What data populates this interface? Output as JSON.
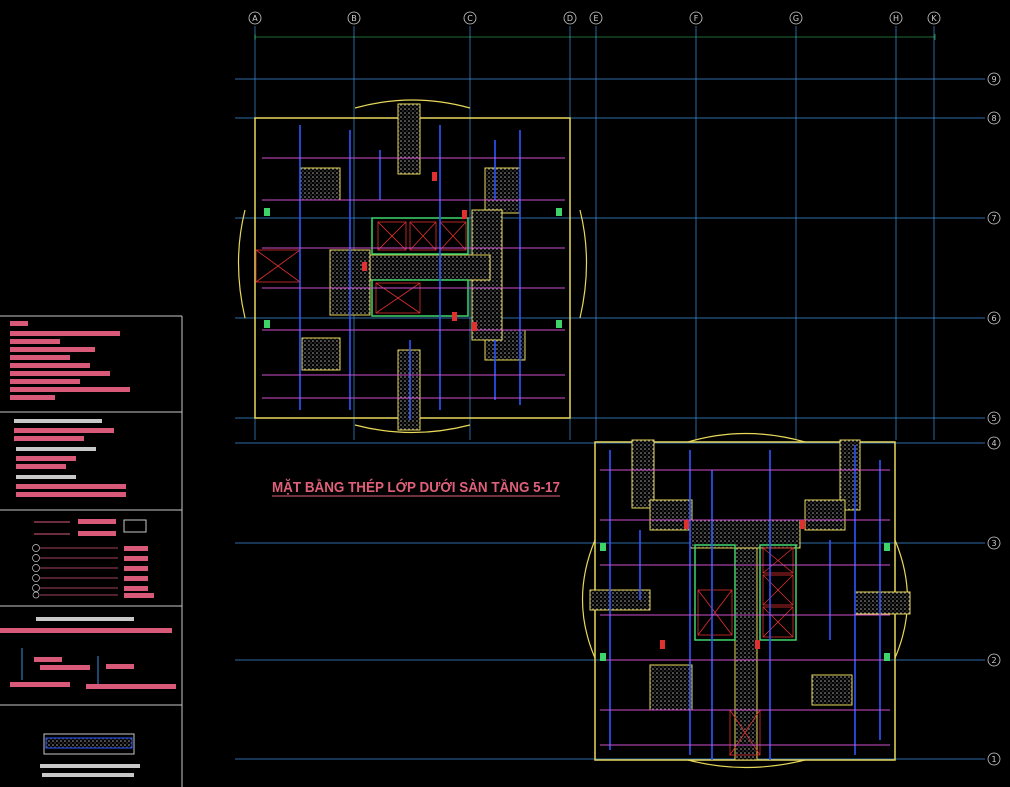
{
  "drawing": {
    "title": "MẶT BẰNG THÉP LỚP DƯỚI SÀN TẦNG 5-17",
    "background": "#000000",
    "colors": {
      "grid_line": "#4aa7ff",
      "wall": "#e8d85a",
      "hatch": "#9a9a9a",
      "rebar_blue": "#2c57ff",
      "rebar_magenta": "#d050d0",
      "red": "#e03030",
      "green": "#3fd46a",
      "pink_text": "#e0607a",
      "white": "#d8d8d8"
    },
    "column_bubbles": [
      "A",
      "B",
      "C",
      "D",
      "E",
      "F",
      "G",
      "H",
      "K"
    ],
    "row_bubbles": [
      "9",
      "8",
      "7",
      "6",
      "5",
      "4",
      "3",
      "2",
      "1"
    ]
  },
  "legend": {
    "sections": [
      "notes",
      "rebar-spacing",
      "symbols",
      "detail",
      "section-detail"
    ]
  }
}
